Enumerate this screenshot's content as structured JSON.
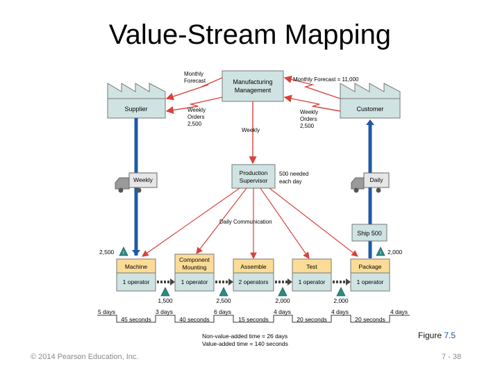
{
  "slide": {
    "title": "Value-Stream Mapping",
    "figure_prefix": "Figure",
    "figure_number": "7.5",
    "copyright": "© 2014 Pearson Education, Inc.",
    "page": "7 - 38"
  },
  "diagram": {
    "supplier": "Supplier",
    "customer": "Customer",
    "mfg_line1": "Manufacturing",
    "mfg_line2": "Management",
    "monthly_forecast_l1": "Monthly",
    "monthly_forecast_l2": "Forecast",
    "customer_forecast": "Monthly Forecast = 11,000",
    "supplier_orders_l1": "Weekly",
    "supplier_orders_l2": "Orders",
    "supplier_orders_l3": "2,500",
    "customer_orders_l1": "Weekly",
    "customer_orders_l2": "Orders",
    "customer_orders_l3": "2,500",
    "weekly": "Weekly",
    "prod_line1": "Production",
    "prod_line2": "Supervisor",
    "needed_l1": "500 needed",
    "needed_l2": "each day",
    "truck_left": "Weekly",
    "truck_right": "Daily",
    "daily_comm": "Daily Communication",
    "ship": "Ship 500",
    "inv_start": "2,500",
    "inv_end": "2,000",
    "processes": [
      {
        "name_l1": "Machine",
        "name_l2": "",
        "operators": "1 operator"
      },
      {
        "name_l1": "Component",
        "name_l2": "Mounting",
        "operators": "1 operator"
      },
      {
        "name_l1": "Assemble",
        "name_l2": "",
        "operators": "2 operators"
      },
      {
        "name_l1": "Test",
        "name_l2": "",
        "operators": "1 operator"
      },
      {
        "name_l1": "Package",
        "name_l2": "",
        "operators": "1 operator"
      }
    ],
    "inventories": [
      "1,500",
      "2,500",
      "2,000",
      "2,000"
    ],
    "timeline_days": [
      "5 days",
      "3 days",
      "6 days",
      "4 days",
      "4 days",
      "4 days"
    ],
    "timeline_seconds": [
      "45 seconds",
      "40 seconds",
      "15 seconds",
      "20 seconds",
      "20 seconds"
    ],
    "non_value_added": "Non-value-added time = 26 days",
    "value_added": "Value-added time = 140 seconds"
  },
  "colors": {
    "box_fill": "#cfe3e2",
    "process_head": "#fbdc97",
    "process_body": "#cfe3e2",
    "arrow_red": "#d9423b",
    "arrow_blue": "#1f5aa6",
    "triangle": "#2e8b82"
  }
}
